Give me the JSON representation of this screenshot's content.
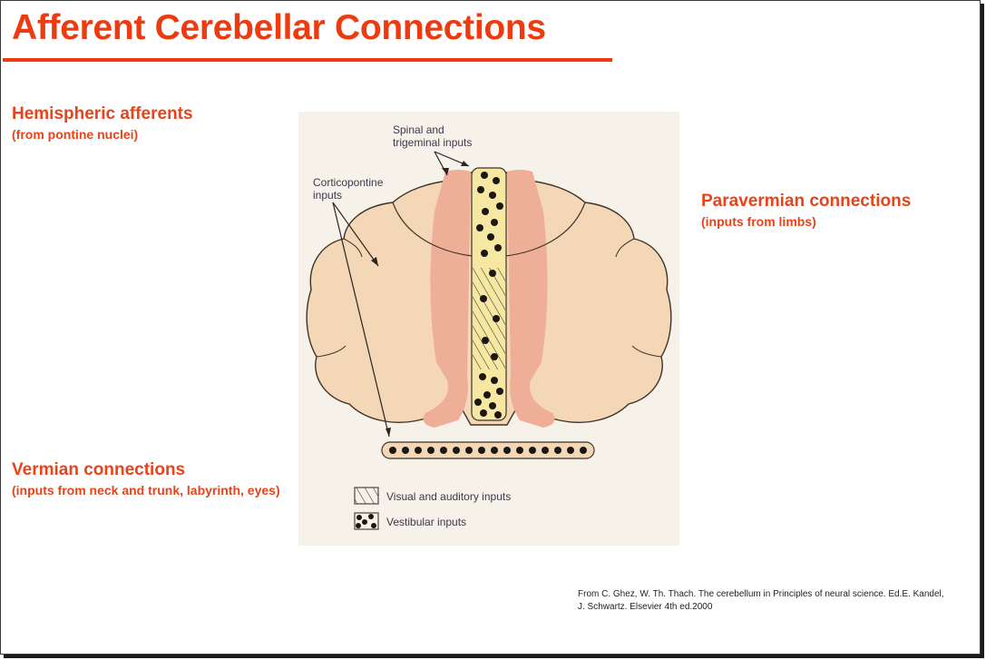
{
  "title": "Afferent Cerebellar Connections",
  "hemispheric": {
    "heading": "Hemispheric afferents",
    "sub": "(from pontine nuclei)"
  },
  "paravermian": {
    "heading": "Paravermian connections",
    "sub": "(inputs from limbs)"
  },
  "vermian": {
    "heading": "Vermian connections",
    "sub": "(inputs from neck and trunk, labyrinth, eyes)"
  },
  "figure": {
    "label_spinal_1": "Spinal and",
    "label_spinal_2": "trigeminal inputs",
    "label_cortico_1": "Corticopontine",
    "label_cortico_2": "inputs",
    "legend_visual": "Visual and auditory inputs",
    "legend_vestibular": "Vestibular inputs"
  },
  "citation": {
    "line1": "From C. Ghez, W. Th. Thach. The cerebellum in Principles of neural science. Ed.E. Kandel,",
    "line2": "J. Schwartz. Elsevier 4th ed.2000"
  },
  "colors": {
    "accent": "#ee3a0f",
    "hemisphere": "#f3d7b6",
    "paravermis": "#eeae97",
    "vermis": "#f6e7a2",
    "figure_bg": "#f6f1e9"
  }
}
